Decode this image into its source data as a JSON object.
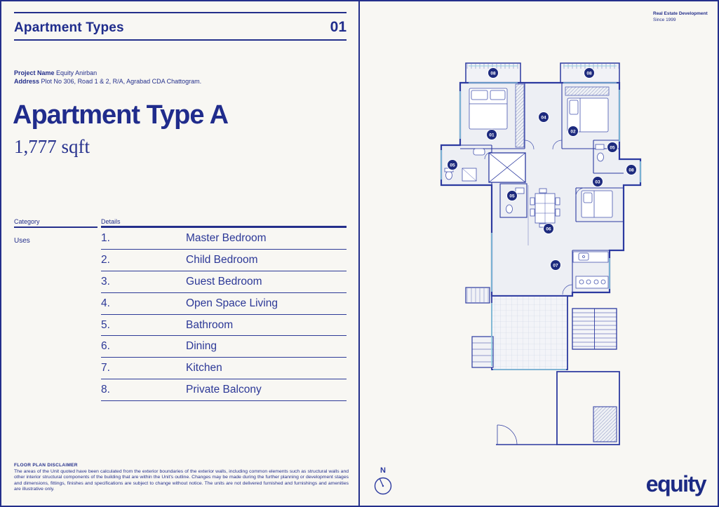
{
  "colors": {
    "primary": "#242f8b",
    "badge": "#1d2a7e",
    "window_accent": "#8fd0e0",
    "background": "#f8f7f3"
  },
  "header": {
    "title": "Apartment Types",
    "page_number": "01"
  },
  "project": {
    "name_label": "Project Name",
    "name": "Equity Anirban",
    "address_label": "Address",
    "address": "Plot No 306, Road 1 & 2, R/A, Agrabad CDA Chattogram."
  },
  "apartment": {
    "title": "Apartment Type A",
    "area": "1,777 sqft"
  },
  "table": {
    "category_header": "Category",
    "details_header": "Details",
    "category_value": "Uses",
    "items": [
      {
        "num": "1.",
        "label": "Master Bedroom"
      },
      {
        "num": "2.",
        "label": "Child Bedroom"
      },
      {
        "num": "3.",
        "label": "Guest Bedroom"
      },
      {
        "num": "4.",
        "label": "Open Space Living"
      },
      {
        "num": "5.",
        "label": "Bathroom"
      },
      {
        "num": "6.",
        "label": "Dining"
      },
      {
        "num": "7.",
        "label": "Kitchen"
      },
      {
        "num": "8.",
        "label": "Private Balcony"
      }
    ]
  },
  "disclaimer": {
    "title": "FLOOR PLAN DISCLAIMER",
    "body": "The areas of the Unit quoted have been calculated from the exterior boundaries of the exterior walls, including common elements such as structural walls and other interior structural components of the building that are within the Unit's outline. Changes may be made during the further planning or development stages and dimensions, fittings, finishes and specifications are subject to change without notice. The units are not delivered furnished and furnishings and amenities are illustrative only."
  },
  "brand": {
    "tagline_line1": "Real Estate Development",
    "tagline_line2": "Since 1999",
    "logo": "equity"
  },
  "floorplan": {
    "compass_label": "N",
    "markers": [
      {
        "label": "08"
      },
      {
        "label": "08"
      },
      {
        "label": "04"
      },
      {
        "label": "01"
      },
      {
        "label": "02"
      },
      {
        "label": "05"
      },
      {
        "label": "05"
      },
      {
        "label": "08"
      },
      {
        "label": "03"
      },
      {
        "label": "05"
      },
      {
        "label": "06"
      },
      {
        "label": "07"
      }
    ]
  }
}
